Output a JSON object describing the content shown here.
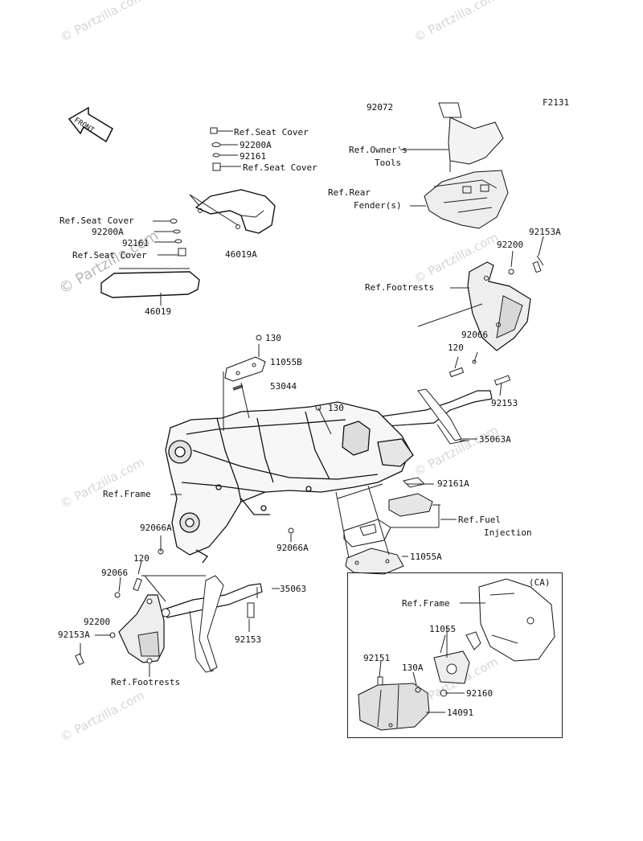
{
  "figure_code": "F2131",
  "front_marker": "FRONT",
  "watermarks": [
    "© Partzilla.com"
  ],
  "ca_box_label": "(CA)",
  "labels": {
    "p92072": "92072",
    "owners_tools_1": "Ref.Owner's",
    "owners_tools_2": "Tools",
    "rear_fender_1": "Ref.Rear",
    "rear_fender_2": "Fender(s)",
    "p92200_r": "92200",
    "p92153A_r": "92153A",
    "footrests_r": "Ref.Footrests",
    "p92066_r": "92066",
    "p120_r": "120",
    "p92153_r": "92153",
    "p35063A": "35063A",
    "seat_cover_1": "Ref.Seat Cover",
    "p92200A_1": "92200A",
    "p92161_1": "92161",
    "seat_cover_2": "Ref.Seat Cover",
    "p46019A": "46019A",
    "seat_cover_3": "Ref.Seat Cover",
    "p92200A_2": "92200A",
    "p92161_2": "92161",
    "seat_cover_4": "Ref.Seat Cover",
    "p46019": "46019",
    "p130_a": "130",
    "p11055B": "11055B",
    "p53044": "53044",
    "p130_b": "130",
    "ref_frame": "Ref.Frame",
    "p92161A": "92161A",
    "fuel_injection_1": "Ref.Fuel",
    "fuel_injection_2": "Injection",
    "p92066A_l": "92066A",
    "p92066A_c": "92066A",
    "p11055A": "11055A",
    "p120_l": "120",
    "p92066_l": "92066",
    "p35063": "35063",
    "p92200_l": "92200",
    "p92153A_l": "92153A",
    "p92153_l": "92153",
    "footrests_l": "Ref.Footrests",
    "ca_ref_frame": "Ref.Frame",
    "p11055": "11055",
    "p92151": "92151",
    "p130A": "130A",
    "p92160": "92160",
    "p14091": "14091"
  }
}
